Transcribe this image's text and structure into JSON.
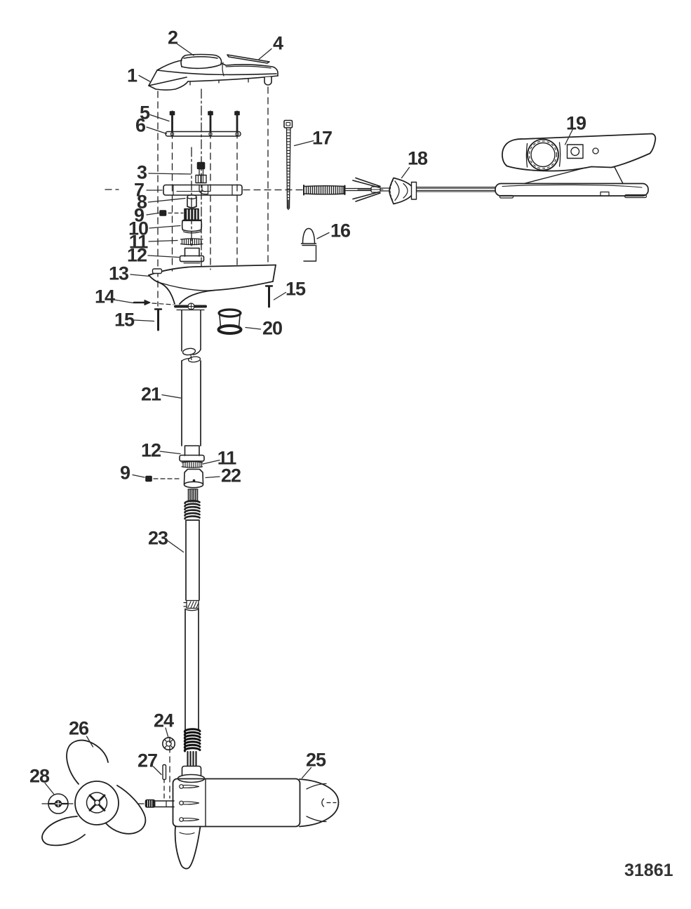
{
  "diagram": {
    "part_number": "31861",
    "line_color": "#1f1f1f",
    "label_color": "#2b2b2b",
    "background": "#ffffff"
  },
  "callouts": [
    {
      "label": "1"
    },
    {
      "label": "2"
    },
    {
      "label": "4"
    },
    {
      "label": "5"
    },
    {
      "label": "6"
    },
    {
      "label": "17"
    },
    {
      "label": "19"
    },
    {
      "label": "18"
    },
    {
      "label": "3"
    },
    {
      "label": "7"
    },
    {
      "label": "8"
    },
    {
      "label": "9"
    },
    {
      "label": "10"
    },
    {
      "label": "11"
    },
    {
      "label": "12"
    },
    {
      "label": "16"
    },
    {
      "label": "13"
    },
    {
      "label": "15"
    },
    {
      "label": "14"
    },
    {
      "label": "15"
    },
    {
      "label": "20"
    },
    {
      "label": "21"
    },
    {
      "label": "12"
    },
    {
      "label": "11"
    },
    {
      "label": "9"
    },
    {
      "label": "22"
    },
    {
      "label": "23"
    },
    {
      "label": "24"
    },
    {
      "label": "26"
    },
    {
      "label": "27"
    },
    {
      "label": "25"
    },
    {
      "label": "28"
    }
  ]
}
